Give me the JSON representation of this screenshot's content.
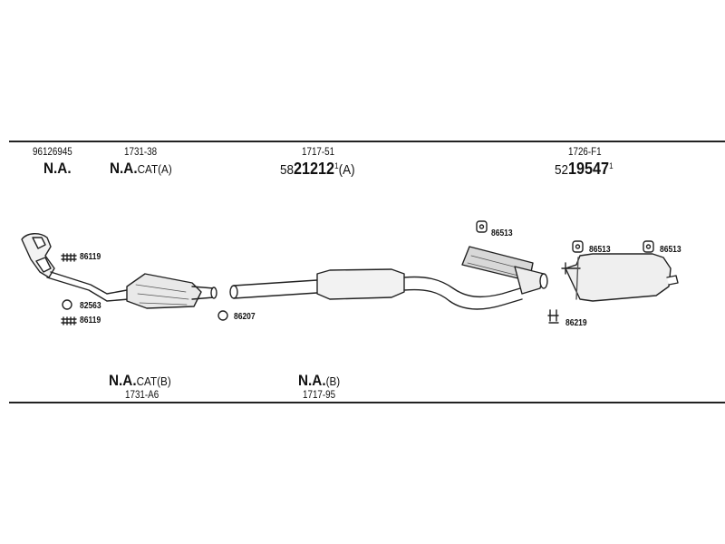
{
  "top_labels": {
    "col1_code": "96126945",
    "col1_value": "N.A.",
    "col2_code": "1731-38",
    "col2_value": "N.A.",
    "col2_suffix": "CAT(A)",
    "col3_code": "1717-51",
    "col3_prefix": "58",
    "col3_value": "21212",
    "col3_sup": "1",
    "col3_suffix": "(A)",
    "col4_code": "1726-F1",
    "col4_prefix": "52",
    "col4_value": "19547",
    "col4_sup": "1"
  },
  "bottom_labels": {
    "b1_value": "N.A.",
    "b1_suffix": "CAT(B)",
    "b1_code": "1731-A6",
    "b2_value": "N.A.",
    "b2_suffix": "(B)",
    "b2_code": "1717-95"
  },
  "parts": {
    "p1": "86119",
    "p2": "82563",
    "p3": "86119",
    "p4": "86207",
    "p5": "86513",
    "p6": "86513",
    "p7": "86513",
    "p8": "86219"
  }
}
